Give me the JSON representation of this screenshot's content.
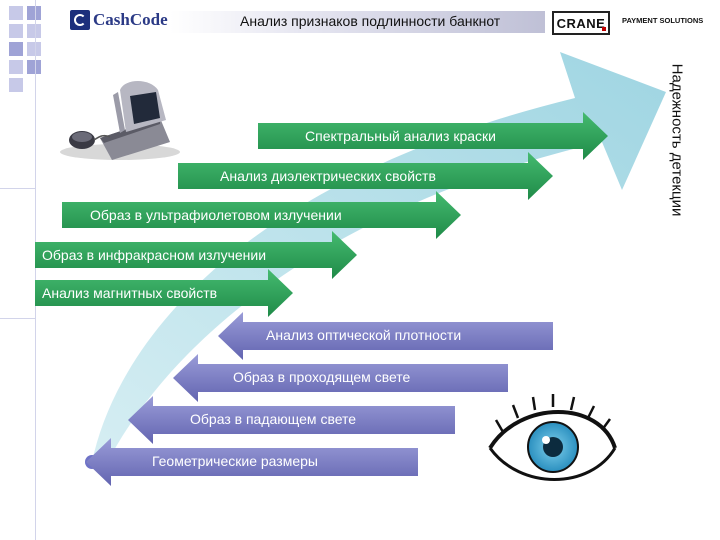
{
  "header": {
    "title": "Анализ признаков подлинности банкнот",
    "left_logo_text": "CashCode",
    "right_logo_text": "CRANE",
    "right_logo_sub": "PAYMENT SOLUTIONS"
  },
  "side_label": "Надежность детекции",
  "colors": {
    "green_arrow": "#2fa35c",
    "purple_arrow": "#7d7fc4",
    "big_arrow": "#bfe6ee",
    "eye_iris": "#3fa9d1"
  },
  "machine_arrows": [
    {
      "label": "Спектральный анализ краски"
    },
    {
      "label": "Анализ диэлектрических свойств"
    },
    {
      "label": "Образ в ультрафиолетовом излучении"
    },
    {
      "label": "Образ в инфракрасном излучении"
    },
    {
      "label": "Анализ магнитных свойств"
    }
  ],
  "eye_arrows": [
    {
      "label": "Анализ оптической плотности"
    },
    {
      "label": "Образ в проходящем свете"
    },
    {
      "label": "Образ в падающем свете"
    },
    {
      "label": "Геометрические размеры"
    }
  ],
  "icons": {
    "device": "banknote-detector-icon",
    "eye": "eye-icon"
  }
}
